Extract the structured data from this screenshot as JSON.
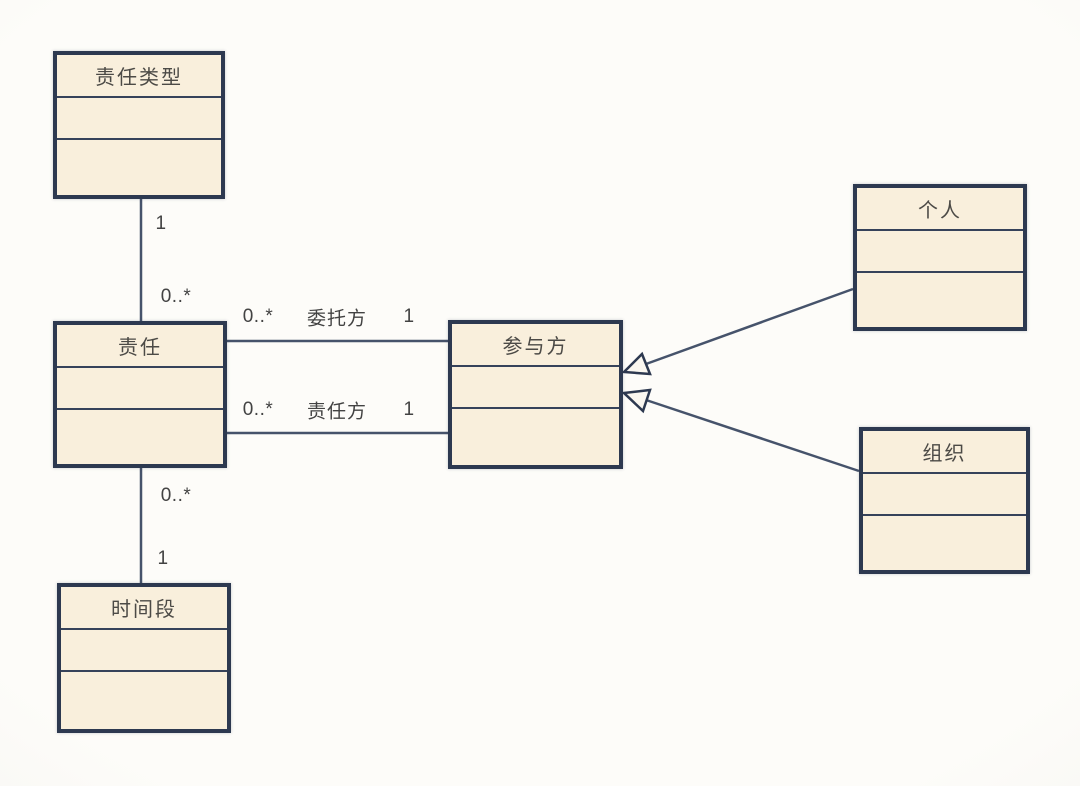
{
  "diagram_type": "uml-class-diagram",
  "colors": {
    "box_fill": "#f9efdc",
    "box_border": "#2d3950",
    "connector": "#46536b",
    "label_text": "#434343",
    "background": "#fbfaf6"
  },
  "classes": {
    "responsibility_type": {
      "name": "责任类型"
    },
    "responsibility": {
      "name": "责任"
    },
    "time_period": {
      "name": "时间段"
    },
    "party": {
      "name": "参与方"
    },
    "person": {
      "name": "个人"
    },
    "organization": {
      "name": "组织"
    }
  },
  "relations": {
    "type_to_responsibility": {
      "kind": "association",
      "from": "责任类型",
      "to": "责任",
      "from_mult": "1",
      "to_mult": "0..*"
    },
    "delegator": {
      "kind": "association",
      "from": "责任",
      "to": "参与方",
      "role": "委托方",
      "from_mult": "0..*",
      "to_mult": "1"
    },
    "responsible_party": {
      "kind": "association",
      "from": "责任",
      "to": "参与方",
      "role": "责任方",
      "from_mult": "0..*",
      "to_mult": "1"
    },
    "responsibility_to_period": {
      "kind": "association",
      "from": "责任",
      "to": "时间段",
      "from_mult": "0..*",
      "to_mult": "1"
    },
    "person_to_party": {
      "kind": "generalization",
      "from": "个人",
      "to": "参与方"
    },
    "organization_to_party": {
      "kind": "generalization",
      "from": "组织",
      "to": "参与方"
    }
  }
}
